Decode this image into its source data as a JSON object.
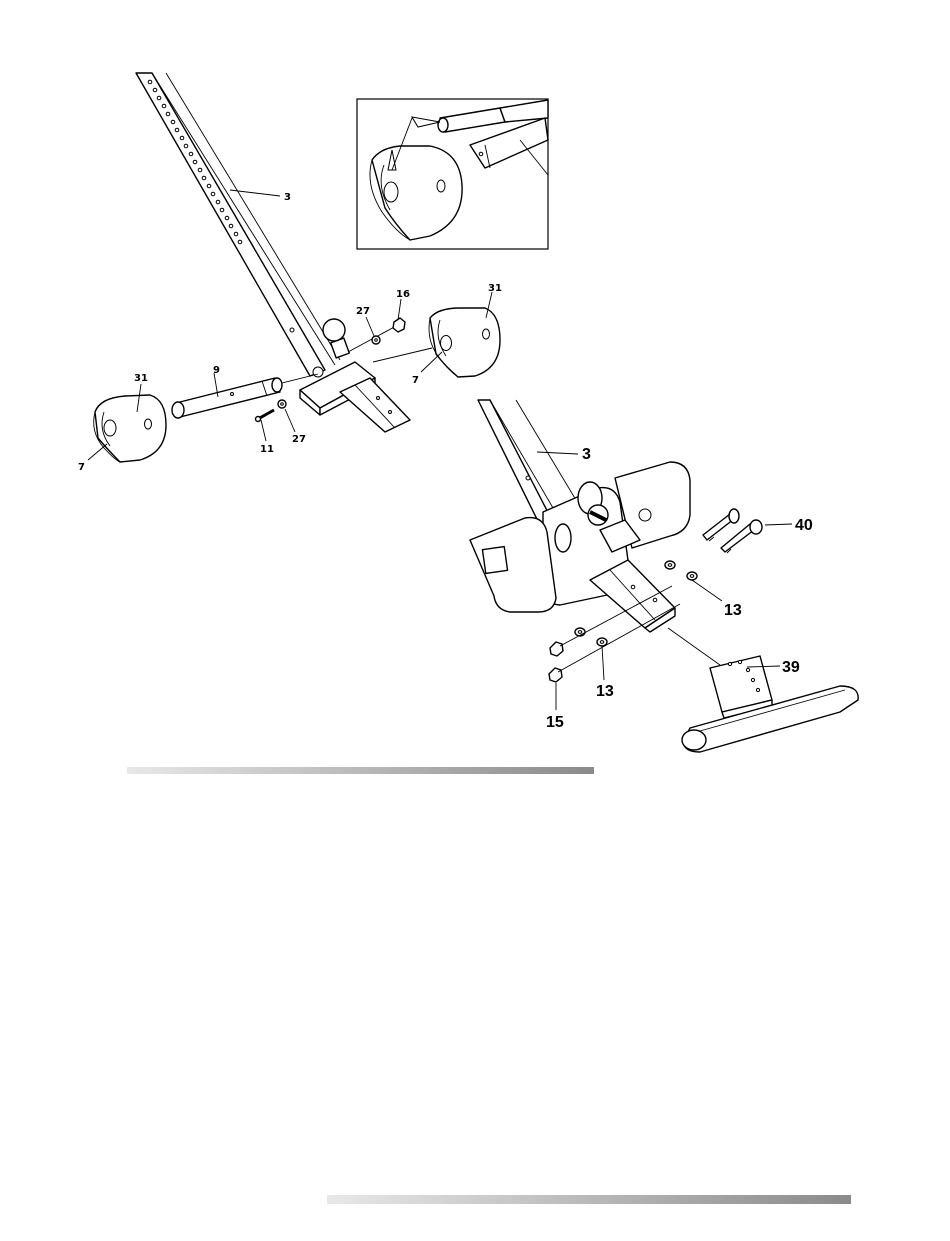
{
  "labels": {
    "tube_upper": "3",
    "pin": "9",
    "cap_left": "31",
    "cap_left_hole": "7",
    "bolt_small": "11",
    "washer_lower": "27",
    "washer_upper": "27",
    "nut_small": "16",
    "cap_right": "31",
    "cap_right_hole": "7",
    "tube_lower": "3",
    "bolt_large": "40",
    "washer_right": "13",
    "washer_bottom": "13",
    "nut_large": "15",
    "foot_bar": "39"
  },
  "colors": {
    "line": "#000000",
    "divider_light": "#e6e6e6",
    "divider_dark": "#8c8c8c"
  }
}
